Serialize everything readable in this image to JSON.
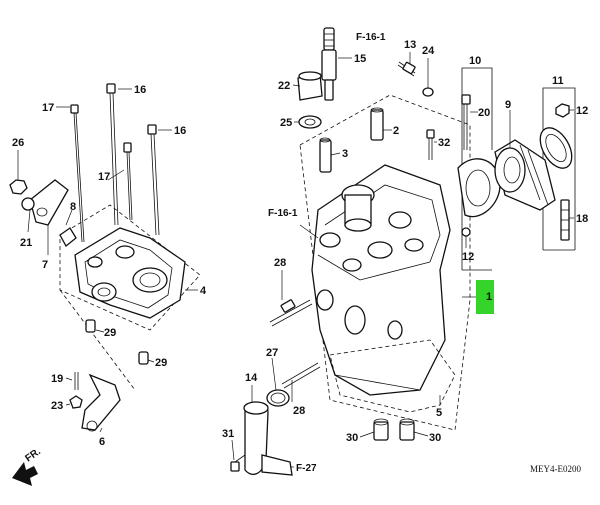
{
  "diagram": {
    "drawing_code": "MEY4-E0200",
    "highlight_color": "#35d42a",
    "direction_arrow": {
      "icon": "forward-arrow-icon",
      "label": "FR."
    },
    "callouts": {
      "c1": "1",
      "c2": "2",
      "c3": "3",
      "c4": "4",
      "c5": "5",
      "c6": "6",
      "c7": "7",
      "c8": "8",
      "c9": "9",
      "c10": "10",
      "c11": "11",
      "c12a": "12",
      "c12b": "12",
      "c13": "13",
      "c14": "14",
      "c15": "15",
      "c16a": "16",
      "c16b": "16",
      "c17a": "17",
      "c17b": "17",
      "c18": "18",
      "c19": "19",
      "c20": "20",
      "c21": "21",
      "c22": "22",
      "c23": "23",
      "c24": "24",
      "c25": "25",
      "c26": "26",
      "c27": "27",
      "c28a": "28",
      "c28b": "28",
      "c29a": "29",
      "c29b": "29",
      "c30a": "30",
      "c30b": "30",
      "c31": "31",
      "c32": "32"
    },
    "references": {
      "f16_1_top": "F-16-1",
      "f16_1_left": "F-16-1",
      "f27": "F-27"
    }
  }
}
